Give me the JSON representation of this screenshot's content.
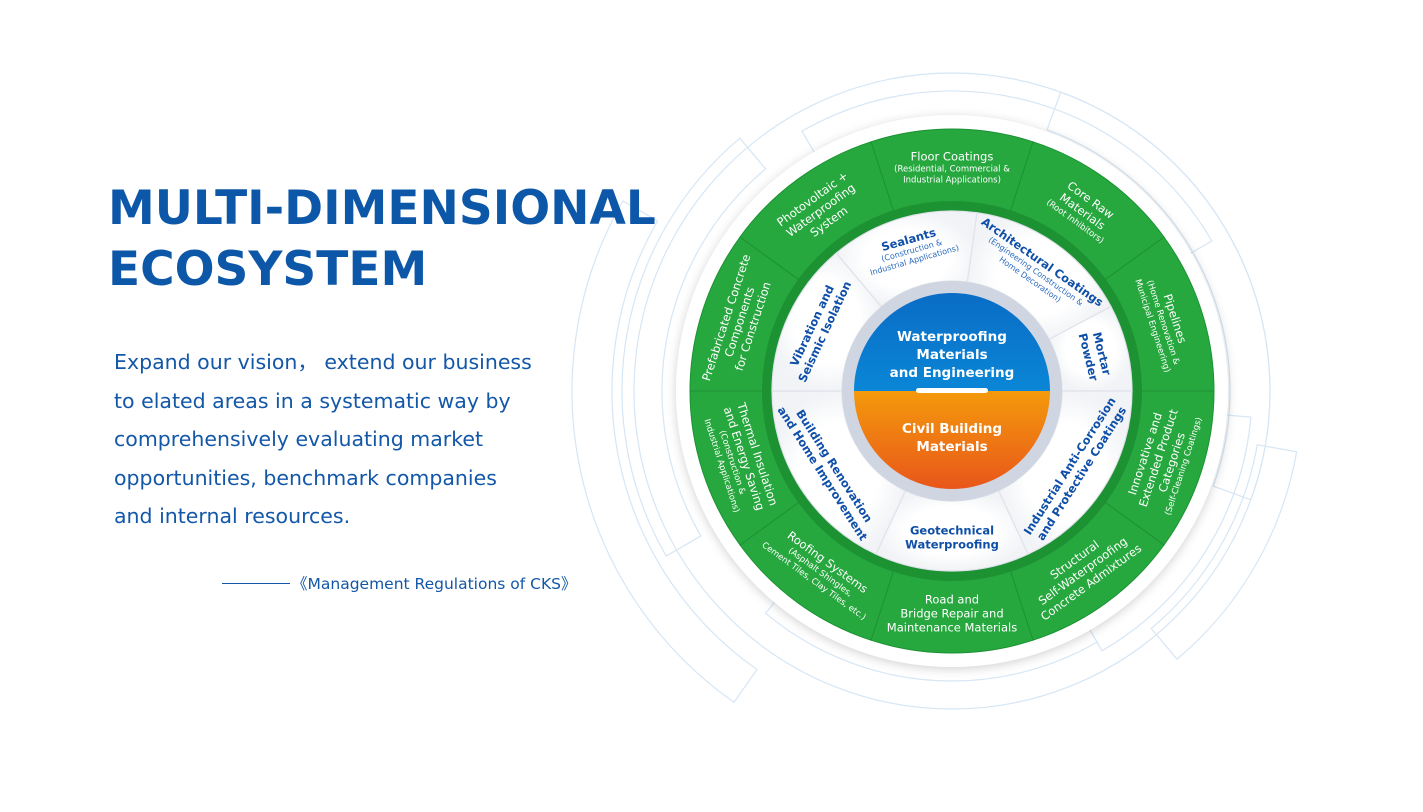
{
  "header": {
    "title_lines": [
      "MULTI-DIMENSIONAL",
      "ECOSYSTEM"
    ]
  },
  "body": {
    "lines": [
      "Expand our vision， extend our business",
      "to elated areas in a systematic way by",
      "comprehensively evaluating market",
      "opportunities, benchmark companies",
      "and internal resources."
    ],
    "source": "《Management Regulations of CKS》"
  },
  "colors": {
    "title": "#0d57a8",
    "body_text": "#1357a8",
    "outer_ring": "#27a83f",
    "outer_ring_dark": "#1c9233",
    "inner_ring": "#ffffff",
    "inner_text": "#0f4fa8",
    "core_top": "#0a78cf",
    "core_bottom": "#ee6a12",
    "bg_lines": "#d6e6f5"
  },
  "wheel": {
    "core": {
      "top": {
        "lines": [
          "Waterproofing",
          "Materials",
          "and Engineering"
        ]
      },
      "bottom": {
        "lines": [
          "Civil Building",
          "Materials"
        ]
      }
    },
    "inner_segments": [
      {
        "title": [
          "Sealants"
        ],
        "sub": [
          "(Construction &",
          "Industrial Applications)"
        ]
      },
      {
        "title": [
          "Architectural Coatings"
        ],
        "sub": [
          "(Engineering Construction &",
          "Home Decoration)"
        ]
      },
      {
        "title": [
          "Mortar",
          "Powder"
        ],
        "sub": []
      },
      {
        "title": [
          "Industrial Anti-Corrosion",
          "and Protective Coatings"
        ],
        "sub": []
      },
      {
        "title": [
          "Geotechnical",
          "Waterproofing"
        ],
        "sub": []
      },
      {
        "title": [
          "Building Renovation",
          "and Home Improvement"
        ],
        "sub": []
      },
      {
        "title": [
          "Vibration and",
          "Seismic Isolation"
        ],
        "sub": []
      }
    ],
    "outer_segments": [
      {
        "title": [
          "Floor Coatings"
        ],
        "sub": [
          "(Residential, Commercial &",
          "Industrial Applications)"
        ]
      },
      {
        "title": [
          "Core Raw",
          "Materials"
        ],
        "sub": [
          "(Root Inhibitors)"
        ]
      },
      {
        "title": [
          "Pipelines"
        ],
        "sub": [
          "(Home Renovation &",
          "Municipal Engineering)"
        ]
      },
      {
        "title": [
          "Innovative and",
          "Extended Product",
          "Categories"
        ],
        "sub": [
          "(Self-Cleaning Coatings)"
        ]
      },
      {
        "title": [
          "Structural",
          "Self-Waterproofing",
          "Concrete Admixtures"
        ],
        "sub": []
      },
      {
        "title": [
          "Road and",
          "Bridge Repair and",
          "Maintenance Materials"
        ],
        "sub": []
      },
      {
        "title": [
          "Roofing Systems"
        ],
        "sub": [
          "(Asphalt Shingles,",
          "Cement Tiles, Clay Tiles, etc.)"
        ]
      },
      {
        "title": [
          "Thermal Insulation",
          "and Energy Saving"
        ],
        "sub": [
          "(Construction &",
          "Industrial Applications)"
        ]
      },
      {
        "title": [
          "Prefabricated Concrete",
          "Components",
          "for Construction"
        ],
        "sub": []
      },
      {
        "title": [
          "Photovoltaic +",
          "Waterproofing",
          "System"
        ],
        "sub": []
      }
    ]
  }
}
